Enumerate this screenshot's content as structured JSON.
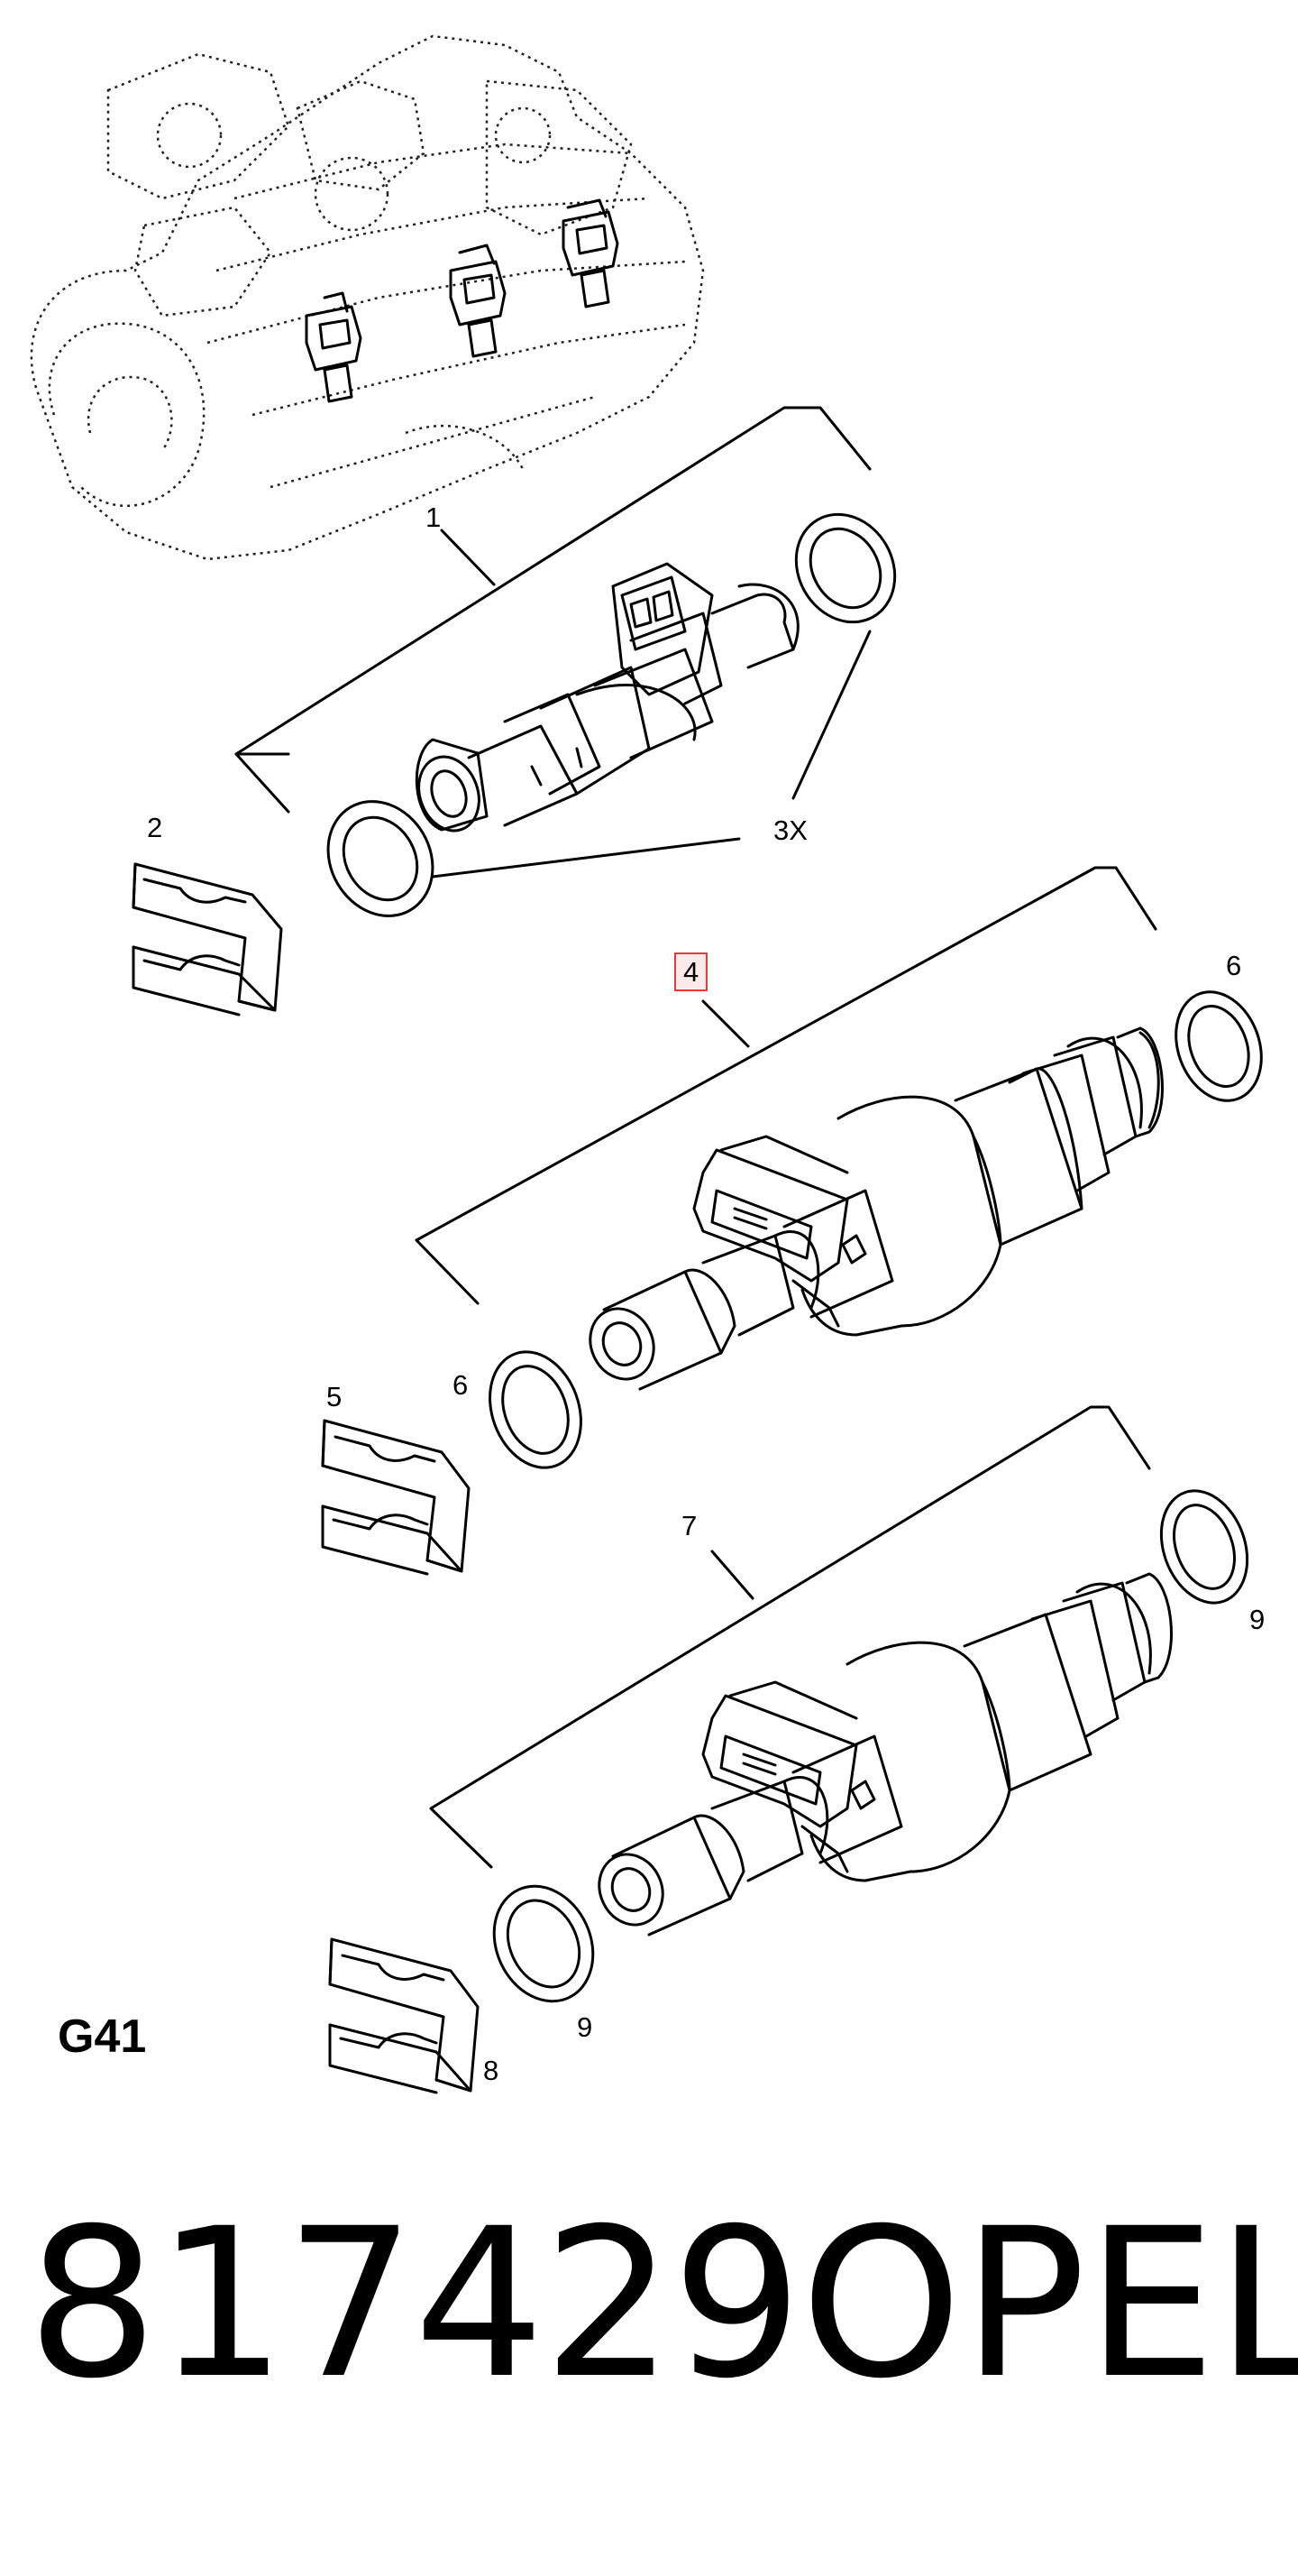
{
  "diagram": {
    "code": "G41",
    "part_number": "817429",
    "brand": "OPEL",
    "callouts": [
      {
        "id": "1",
        "label": "1"
      },
      {
        "id": "2",
        "label": "2"
      },
      {
        "id": "3x",
        "label": "3X"
      },
      {
        "id": "4",
        "label": "4",
        "highlighted": true
      },
      {
        "id": "5",
        "label": "5"
      },
      {
        "id": "6a",
        "label": "6"
      },
      {
        "id": "6b",
        "label": "6"
      },
      {
        "id": "7",
        "label": "7"
      },
      {
        "id": "8",
        "label": "8"
      },
      {
        "id": "9a",
        "label": "9"
      },
      {
        "id": "9b",
        "label": "9"
      }
    ],
    "highlight_color": "#e23b3b"
  }
}
